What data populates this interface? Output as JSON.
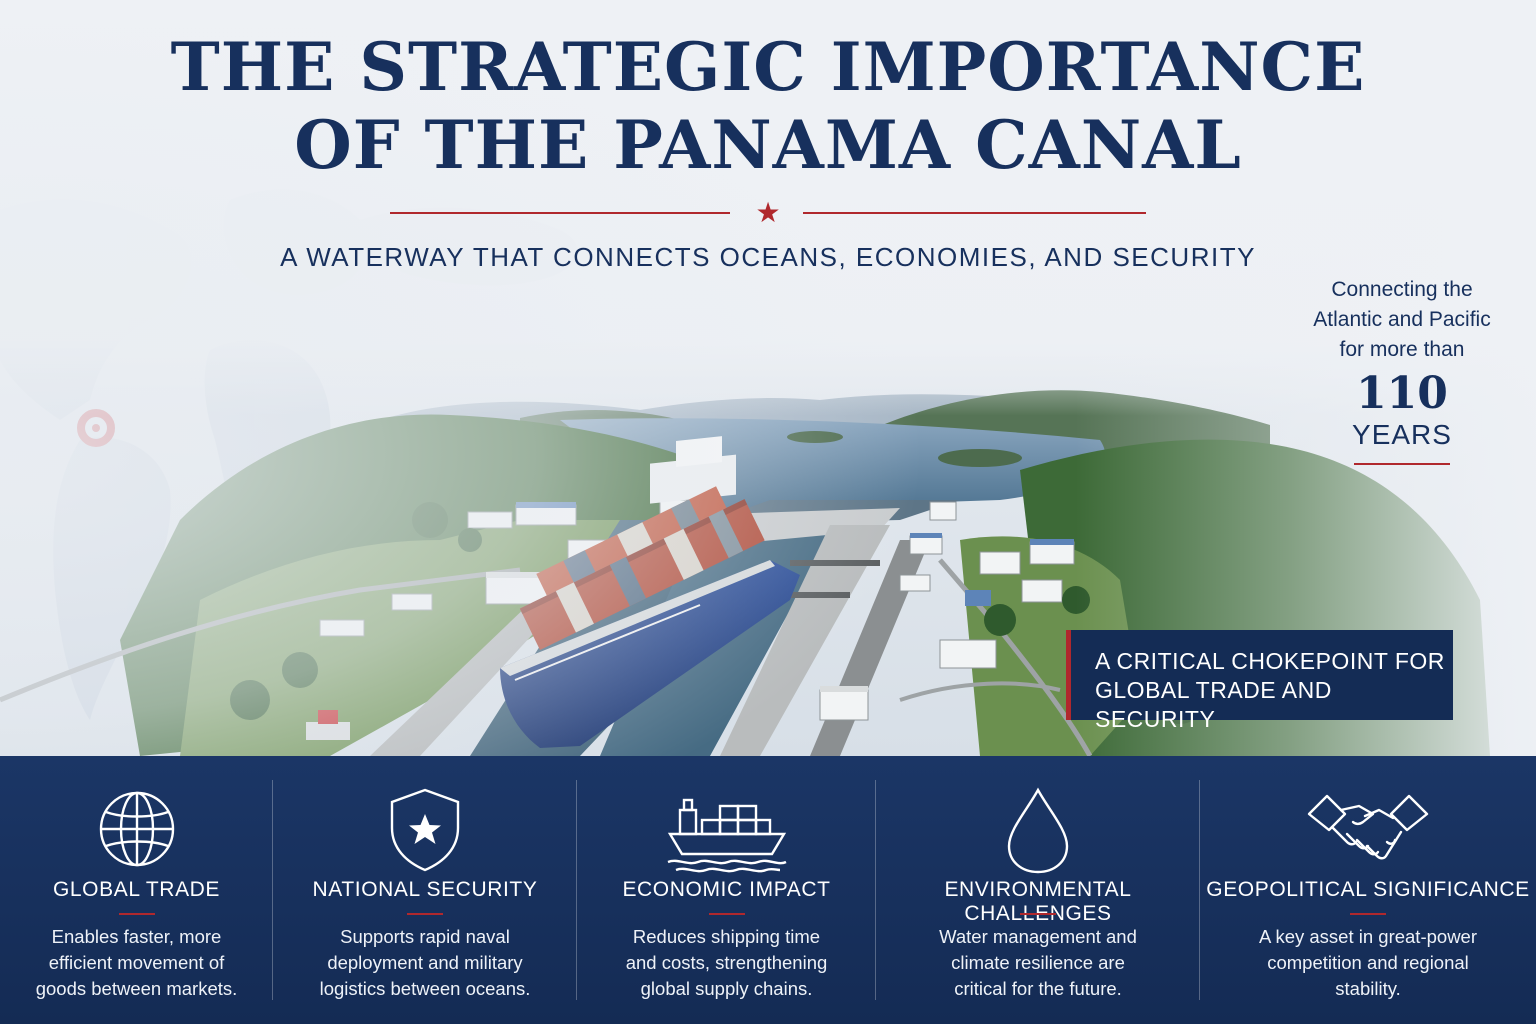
{
  "header": {
    "title_line1": "THE STRATEGIC IMPORTANCE",
    "title_line2": "OF THE PANAMA CANAL",
    "subtitle": "A WATERWAY THAT CONNECTS OCEANS, ECONOMIES, AND SECURITY",
    "divider_glyph": "★"
  },
  "stat": {
    "lead_line1": "Connecting the",
    "lead_line2": "Atlantic and Pacific",
    "lead_line3": "for more than",
    "number": "110",
    "unit": "YEARS"
  },
  "callout": {
    "line1": "A CRITICAL CHOKEPOINT FOR",
    "line2": "GLOBAL TRADE AND SECURITY"
  },
  "pillars": [
    {
      "icon": "globe-icon",
      "title": "GLOBAL TRADE",
      "line1": "Enables faster, more",
      "line2": "efficient movement of",
      "line3": "goods between markets."
    },
    {
      "icon": "shield-star-icon",
      "title": "NATIONAL SECURITY",
      "line1": "Supports rapid naval",
      "line2": "deployment and military",
      "line3": "logistics between oceans."
    },
    {
      "icon": "cargo-ship-icon",
      "title": "ECONOMIC IMPACT",
      "line1": "Reduces shipping time",
      "line2": "and costs, strengthening",
      "line3": "global supply chains."
    },
    {
      "icon": "water-drop-icon",
      "title": "ENVIRONMENTAL CHALLENGES",
      "line1": "Water management and",
      "line2": "climate resilience are",
      "line3": "critical for the future."
    },
    {
      "icon": "handshake-icon",
      "title": "GEOPOLITICAL SIGNIFICANCE",
      "line1": "A key asset in great-power",
      "line2": "competition and regional",
      "line3": "stability."
    }
  ],
  "colors": {
    "navy": "#17305d",
    "panel": "#142c55",
    "accent_red": "#b0282d"
  }
}
